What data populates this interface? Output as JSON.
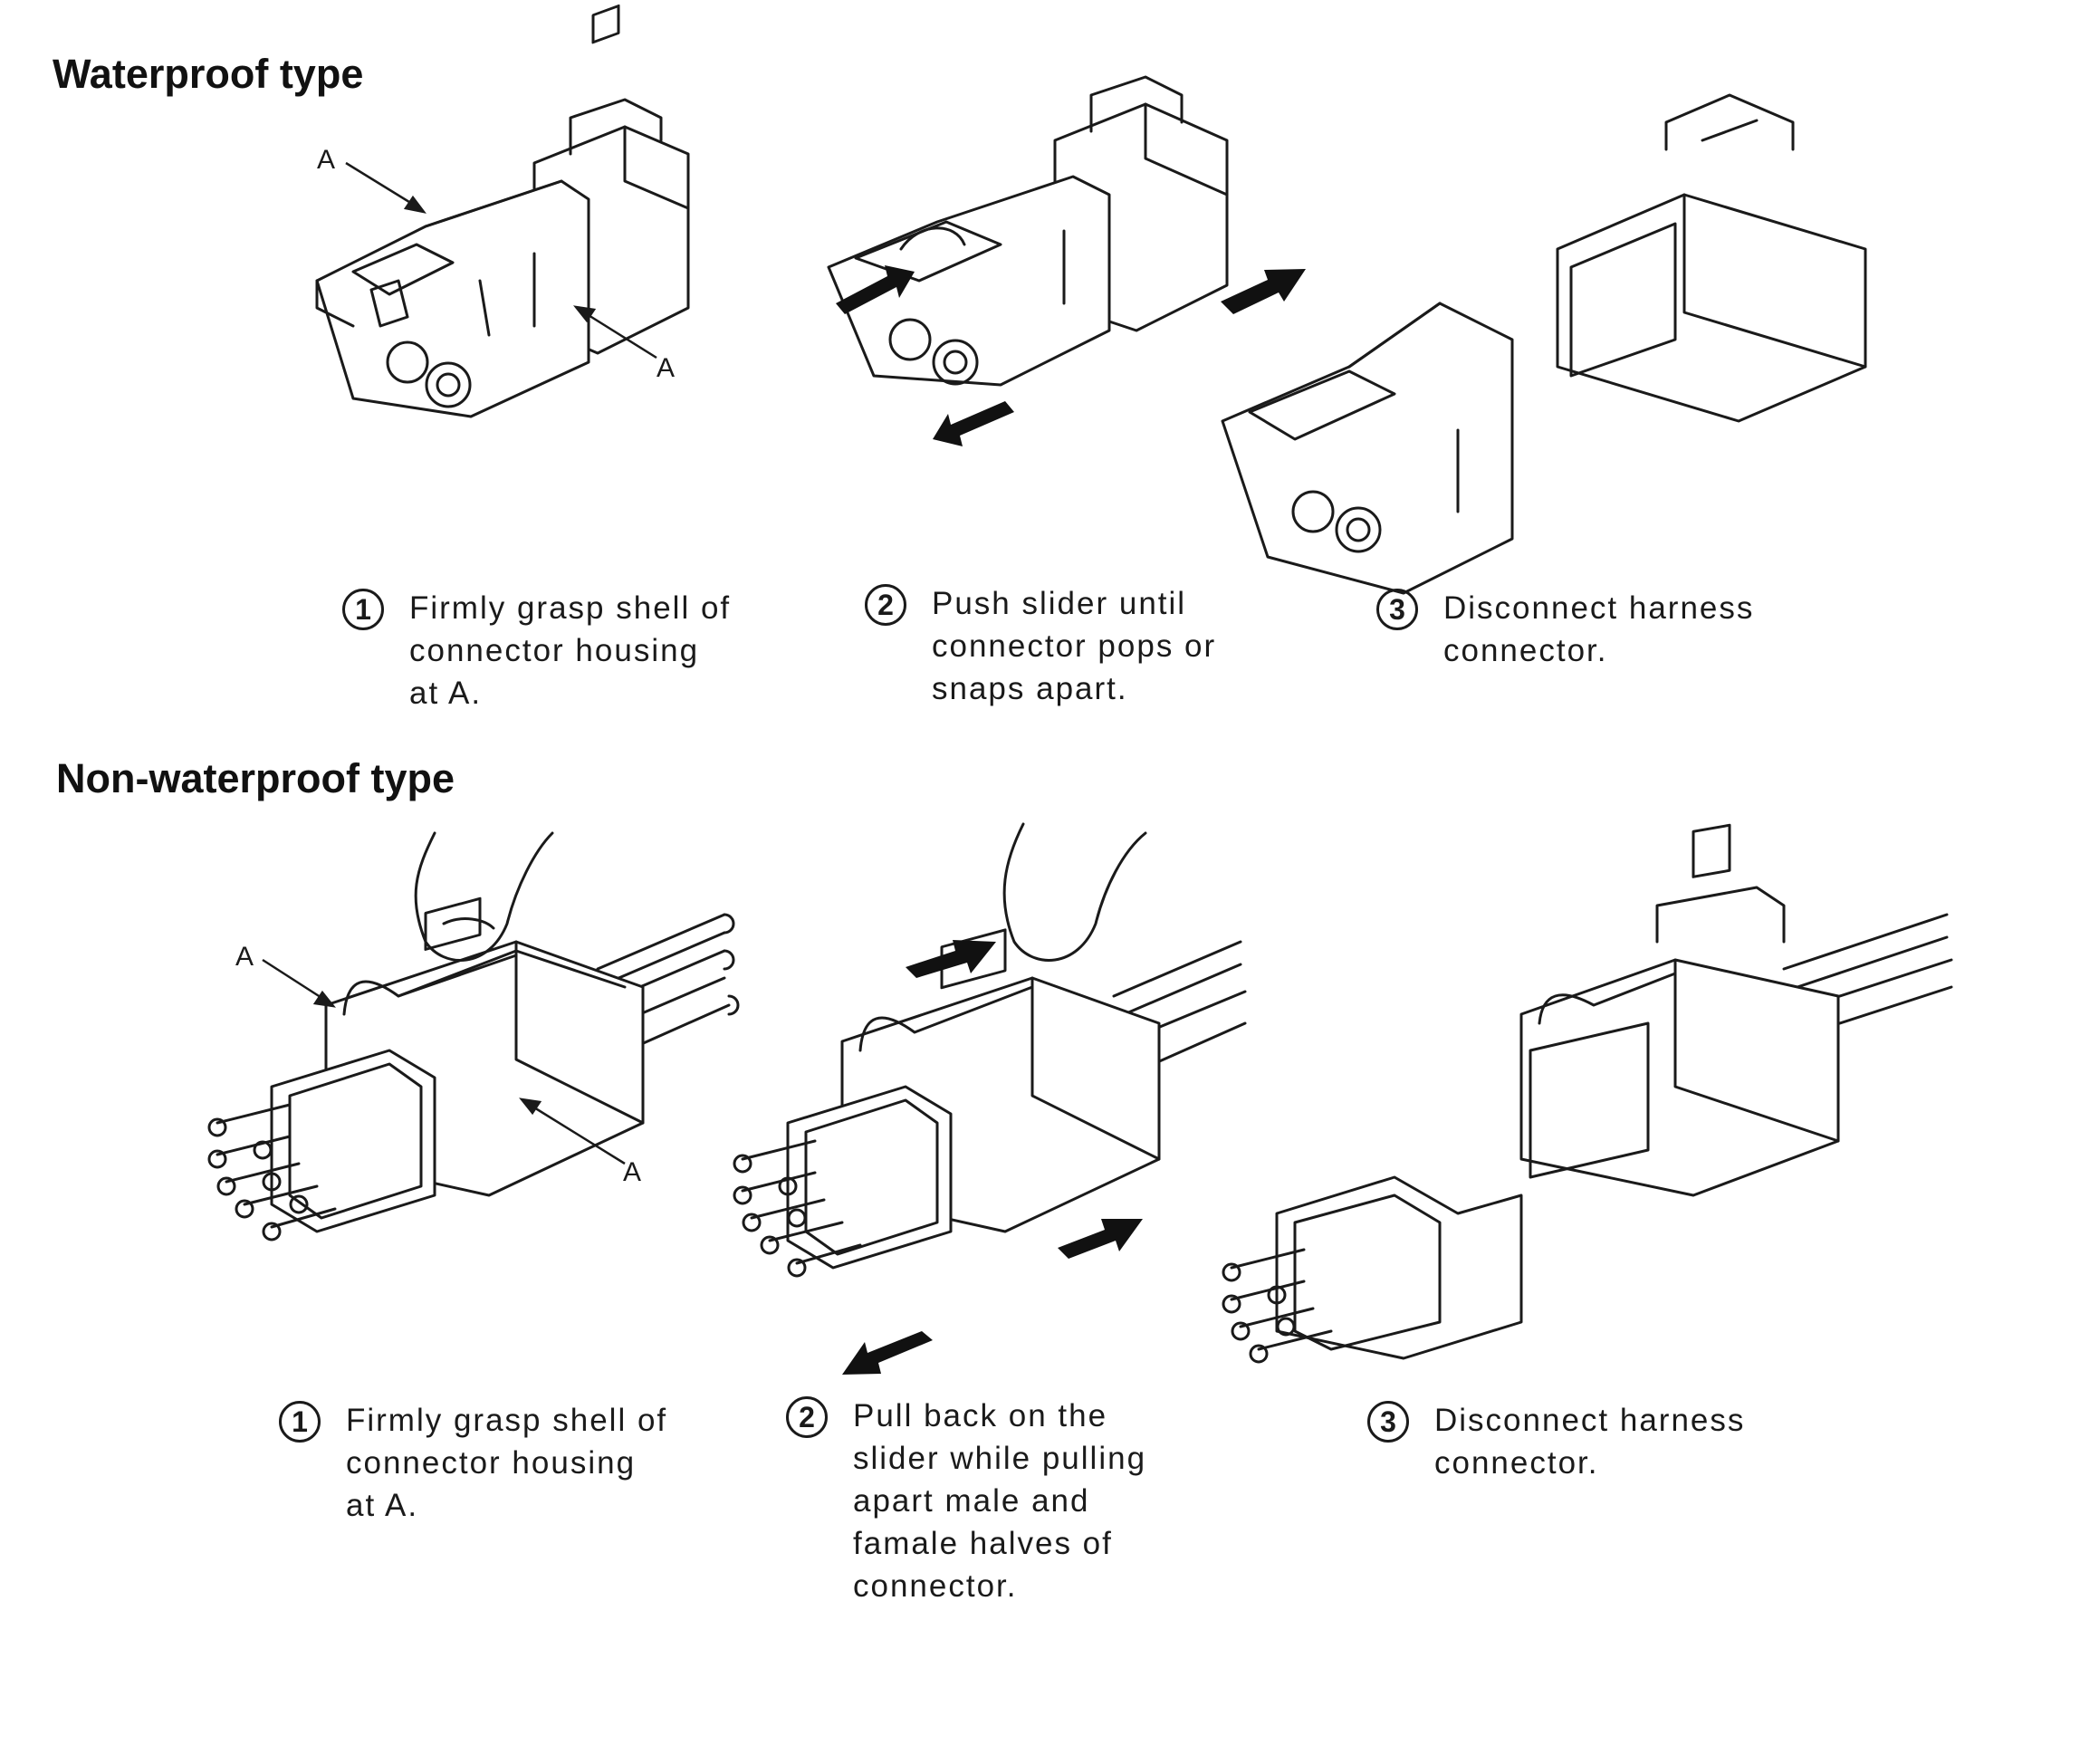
{
  "waterproof": {
    "title": "Waterproof type",
    "callout_label": "A",
    "steps": [
      {
        "num": "1",
        "lines": [
          "Firmly grasp shell of",
          "connector housing",
          "at A."
        ]
      },
      {
        "num": "2",
        "lines": [
          "Push slider until",
          "connector pops or",
          "snaps apart."
        ]
      },
      {
        "num": "3",
        "lines": [
          "Disconnect harness",
          "connector."
        ]
      }
    ]
  },
  "non_waterproof": {
    "title": "Non-waterproof type",
    "callout_label": "A",
    "steps": [
      {
        "num": "1",
        "lines": [
          "Firmly grasp shell of",
          "connector housing",
          "at A."
        ]
      },
      {
        "num": "2",
        "lines": [
          "Pull back on the",
          "slider while pulling",
          "apart male and",
          "famale halves of",
          "connector."
        ]
      },
      {
        "num": "3",
        "lines": [
          "Disconnect harness",
          "connector."
        ]
      }
    ]
  },
  "colors": {
    "ink": "#1a1a1a",
    "paper": "#ffffff",
    "arrow": "#111111"
  },
  "icons": {
    "push_arrow": "filled-block-arrow-icon",
    "callout": "leader-arrow-icon",
    "step_badge": "circled-number-icon"
  }
}
